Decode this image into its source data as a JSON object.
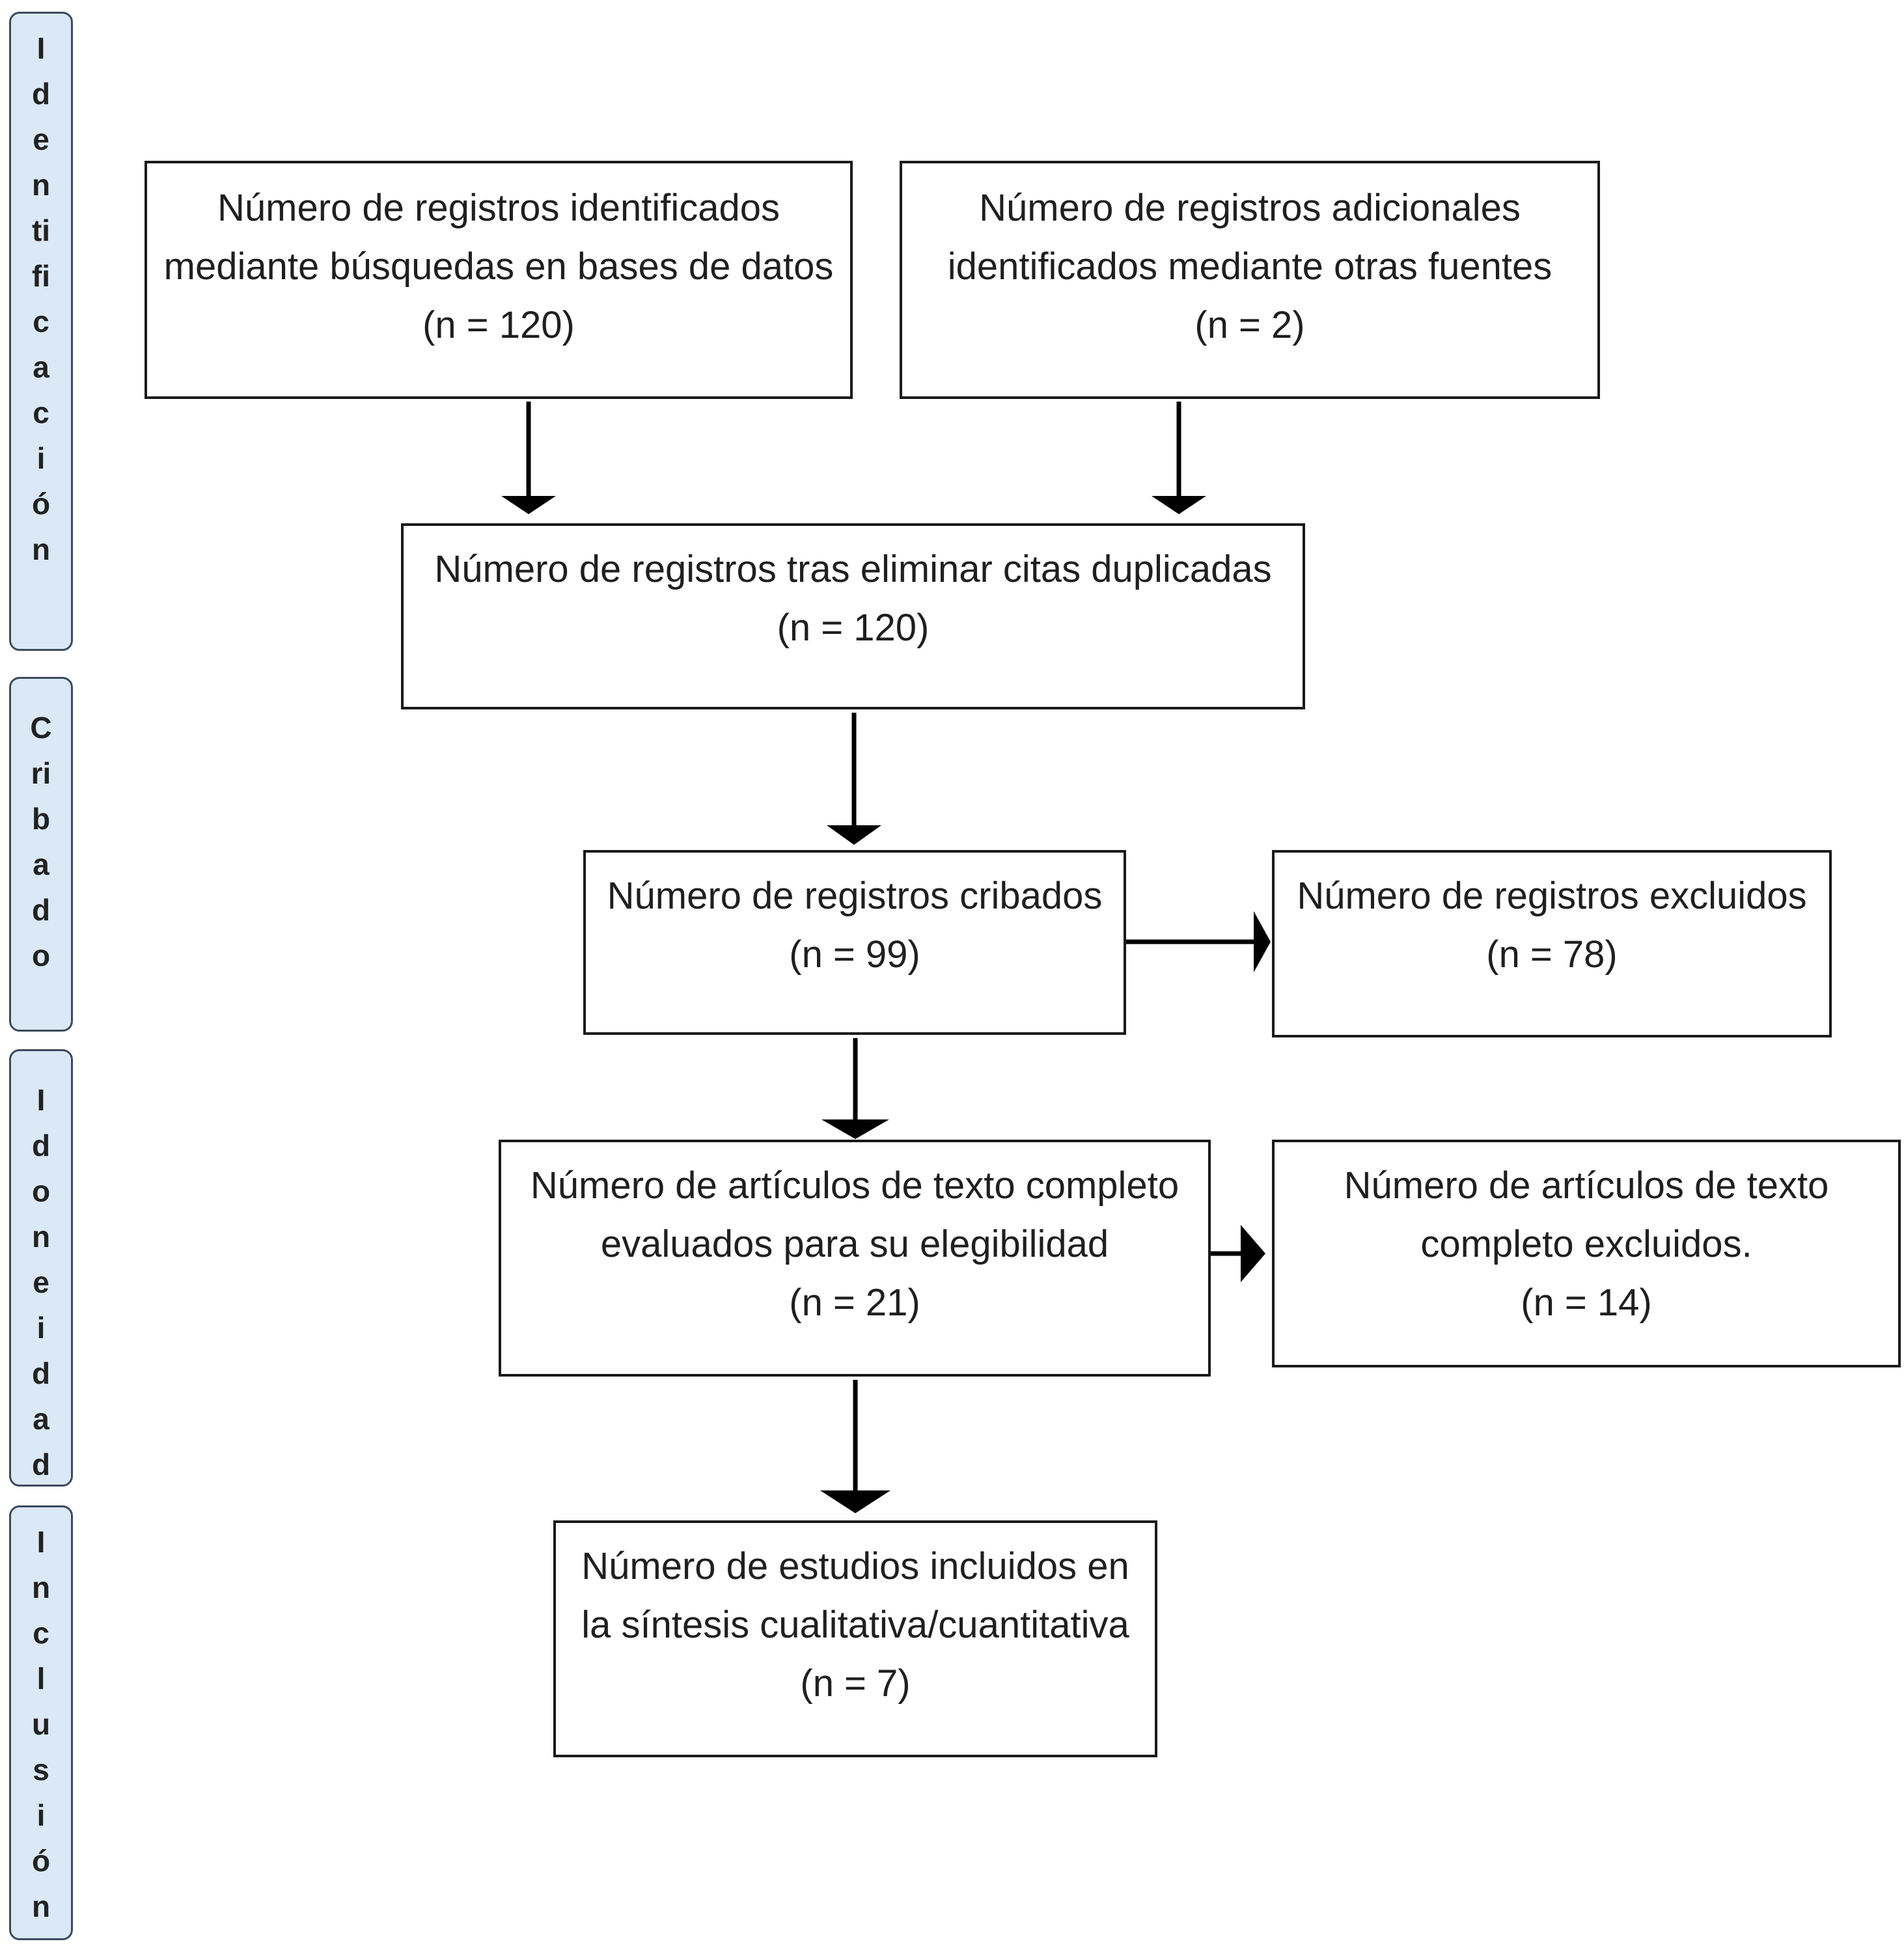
{
  "phases": [
    {
      "id": "identificacion",
      "letters": [
        "I",
        "d",
        "e",
        "n",
        "ti",
        "fi",
        "c",
        "a",
        "c",
        "i",
        "ó",
        "n"
      ]
    },
    {
      "id": "cribado",
      "letters": [
        "C",
        "ri",
        "b",
        "a",
        "d",
        "o"
      ]
    },
    {
      "id": "idoneidad",
      "letters": [
        "I",
        "d",
        "o",
        "n",
        "e",
        "i",
        "d",
        "a",
        "d"
      ]
    },
    {
      "id": "inclusion",
      "letters": [
        "I",
        "n",
        "c",
        "l",
        "u",
        "s",
        "i",
        "ó",
        "n"
      ]
    }
  ],
  "boxes": {
    "db_records": {
      "line1": "Número de registros identificados",
      "line2": "mediante búsquedas en bases de datos",
      "count": "(n = 120)"
    },
    "other_records": {
      "line1": "Número de registros adicionales",
      "line2": "identificados mediante otras fuentes",
      "count": "(n = 2)"
    },
    "deduplicated": {
      "line1": "Número de registros tras eliminar citas duplicadas",
      "count": "(n = 120)"
    },
    "screened": {
      "line1": "Número de registros cribados",
      "count": "(n = 99)"
    },
    "excluded": {
      "line1": "Número de registros excluidos",
      "count": "(n = 78)"
    },
    "fulltext": {
      "line1": "Número de artículos de texto completo",
      "line2": "evaluados para su elegibilidad",
      "count": "(n = 21)"
    },
    "fulltext_excluded": {
      "line1": "Número de artículos de texto",
      "line2": "completo excluidos.",
      "count": "(n = 14)"
    },
    "included": {
      "line1": "Número de estudios incluidos en",
      "line2": "la síntesis cualitativa/cuantitativa",
      "count": "(n = 7)"
    }
  }
}
